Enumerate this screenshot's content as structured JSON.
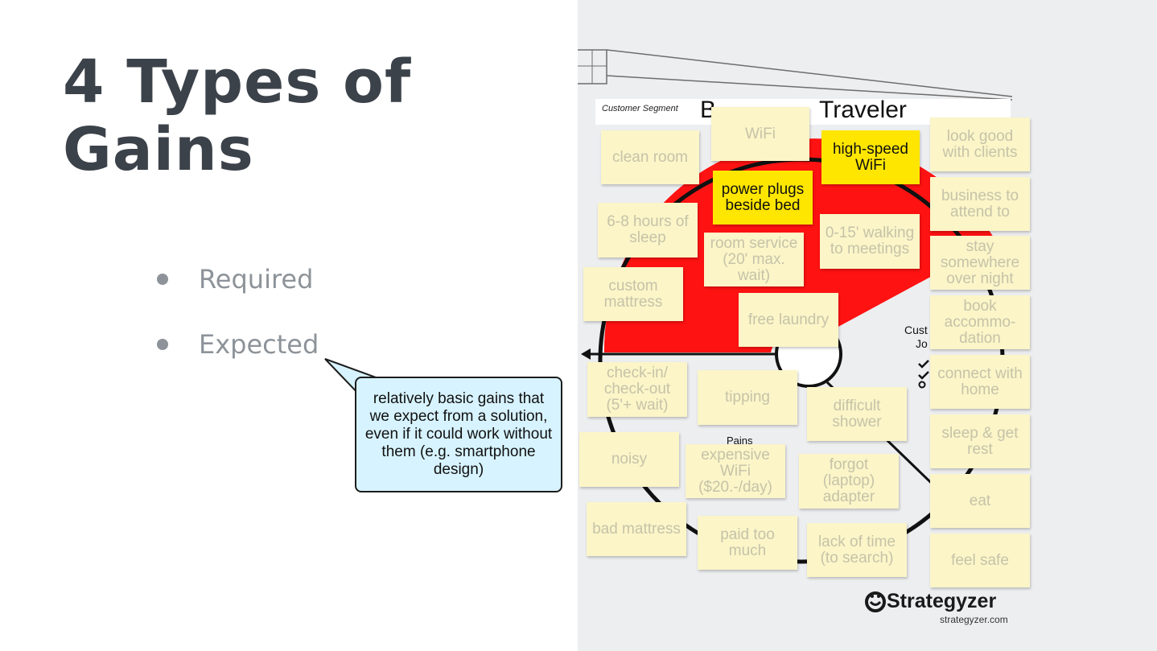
{
  "slide": {
    "title_line1": "4 Types of",
    "title_line2": "Gains",
    "bullets": [
      "Required",
      "Expected"
    ],
    "callout": "relatively basic gains that we expect from a solution, even if it could work without them (e.g. smartphone design)"
  },
  "canvas": {
    "segment_label": "Customer Segment",
    "title_start": "B",
    "title_end": "Traveler",
    "side_label_1": "Cust",
    "side_label_2": "Jo",
    "pains_label": "Pains",
    "notes": [
      "WiFi",
      "clean room",
      "high-speed WiFi",
      "power plugs beside bed",
      "6-8 hours of sleep",
      "room service (20' max. wait)",
      "0-15' walking to meetings",
      "custom mattress",
      "free laundry",
      "look good with clients",
      "business to attend to",
      "stay somewhere over night",
      "book accommo-dation",
      "connect with home",
      "sleep & get rest",
      "eat",
      "feel safe",
      "check-in/ check-out (5'+ wait)",
      "tipping",
      "difficult shower",
      "noisy",
      "expensive WiFi ($20.-/day)",
      "forgot (laptop) adapter",
      "bad mattress",
      "paid too much",
      "lack of time (to search)"
    ],
    "colors": {
      "gains_area": "#ff1212",
      "note": "#fbf5c8",
      "note_highlight": "#ffe600"
    }
  },
  "brand": {
    "name": "Strategyzer",
    "url": "strategyzer.com"
  }
}
